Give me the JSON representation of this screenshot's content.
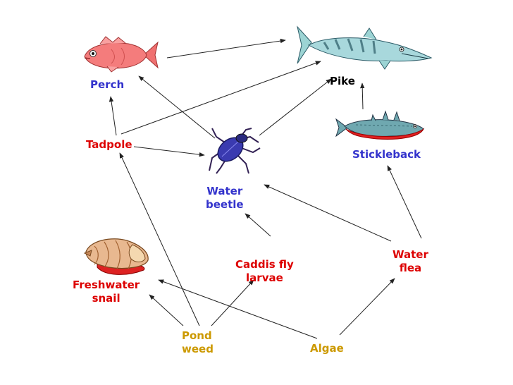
{
  "diagram": {
    "labels": {
      "perch": "Perch",
      "pike": "Pike",
      "tadpole": "Tadpole",
      "stickleback": "Stickleback",
      "water_beetle": "Water\nbeetle",
      "caddis_fly_larvae": "Caddis fly\nlarvae",
      "water_flea": "Water\nflea",
      "freshwater_snail": "Freshwater\nsnail",
      "pond_weed": "Pond\nweed",
      "algae": "Algae"
    },
    "colors": {
      "consumer": "#3333cc",
      "producer": "#cc9900",
      "primary_consumer": "#dd0000",
      "apex": "#000000",
      "arrow": "#222222"
    },
    "icons": [
      "perch-fish-icon",
      "pike-fish-icon",
      "stickleback-fish-icon",
      "water-beetle-icon",
      "snail-shell-icon"
    ]
  }
}
